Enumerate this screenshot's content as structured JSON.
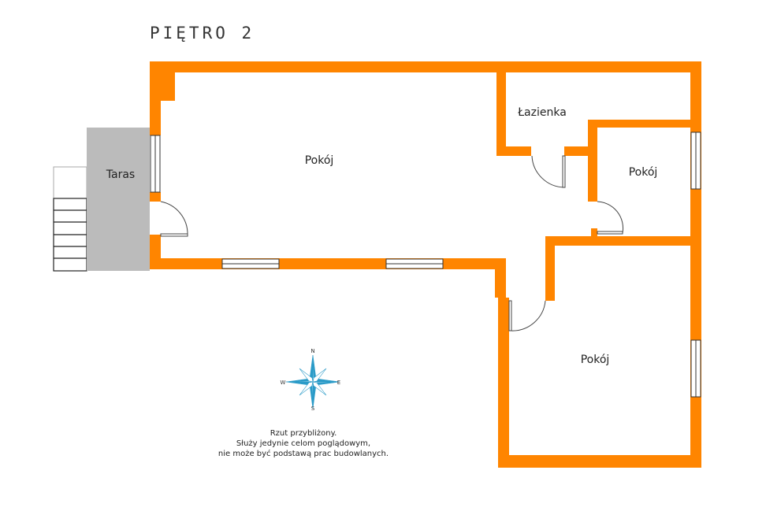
{
  "title": "PIĘTRO 2",
  "colors": {
    "wall": "#ff8500",
    "terrace": "#bbbbbb",
    "compass": "#2b9bc8",
    "window_frame": "#333333",
    "door_line": "#444444"
  },
  "rooms": [
    {
      "id": "main-room",
      "label": "Pokój"
    },
    {
      "id": "bathroom",
      "label": "Łazienka"
    },
    {
      "id": "small-room",
      "label": "Pokój"
    },
    {
      "id": "large-room",
      "label": "Pokój"
    },
    {
      "id": "terrace",
      "label": "Taras"
    }
  ],
  "compass": {
    "n": "N",
    "s": "S",
    "e": "E",
    "w": "W"
  },
  "disclaimer": {
    "line1": "Rzut przybliżony.",
    "line2": "Służy jedynie celom poglądowym,",
    "line3": "nie może być podstawą prac budowlanych."
  },
  "stairs": {
    "steps": 6
  }
}
